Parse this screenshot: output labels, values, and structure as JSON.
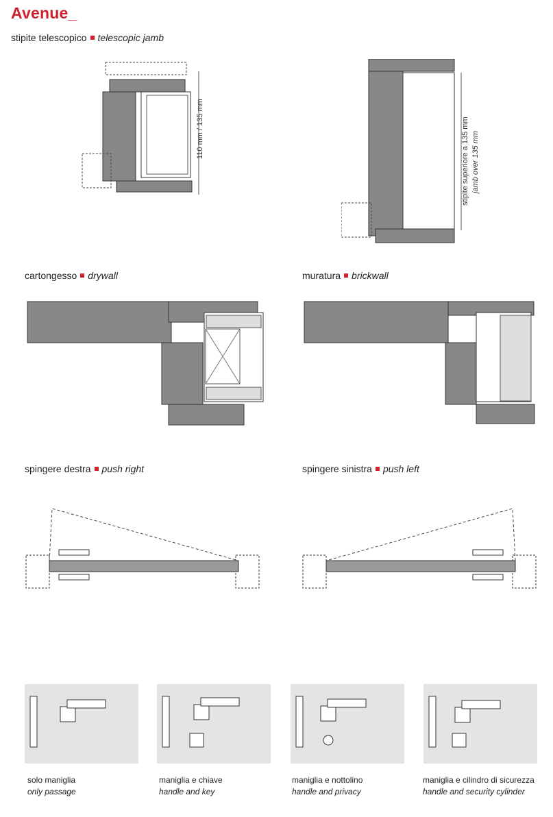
{
  "title": "Avenue_",
  "sections": {
    "telescopic": {
      "it": "stipite telescopico",
      "en": "telescopic jamb"
    },
    "drywall": {
      "it": "cartongesso",
      "en": "drywall"
    },
    "brickwall": {
      "it": "muratura",
      "en": "brickwall"
    },
    "push_right": {
      "it": "spingere destra",
      "en": "push right"
    },
    "push_left": {
      "it": "spingere sinistra",
      "en": "push left"
    }
  },
  "dimensions": {
    "left": "110 mm / 135 mm",
    "right_line1": "stipite superiore a 135 mm",
    "right_line2": "jamb over 135 mm"
  },
  "hardware": [
    {
      "it": "solo maniglia",
      "en": "only passage"
    },
    {
      "it": "maniglia e chiave",
      "en": "handle and key"
    },
    {
      "it": "maniglia e nottolino",
      "en": "handle and privacy"
    },
    {
      "it": "maniglia e cilindro di sicurezza",
      "en": "handle and security cylinder"
    }
  ],
  "colors": {
    "accent": "#d0202e",
    "section_fill": "#7f7f7f",
    "panel_bg": "#e4e4e4"
  }
}
